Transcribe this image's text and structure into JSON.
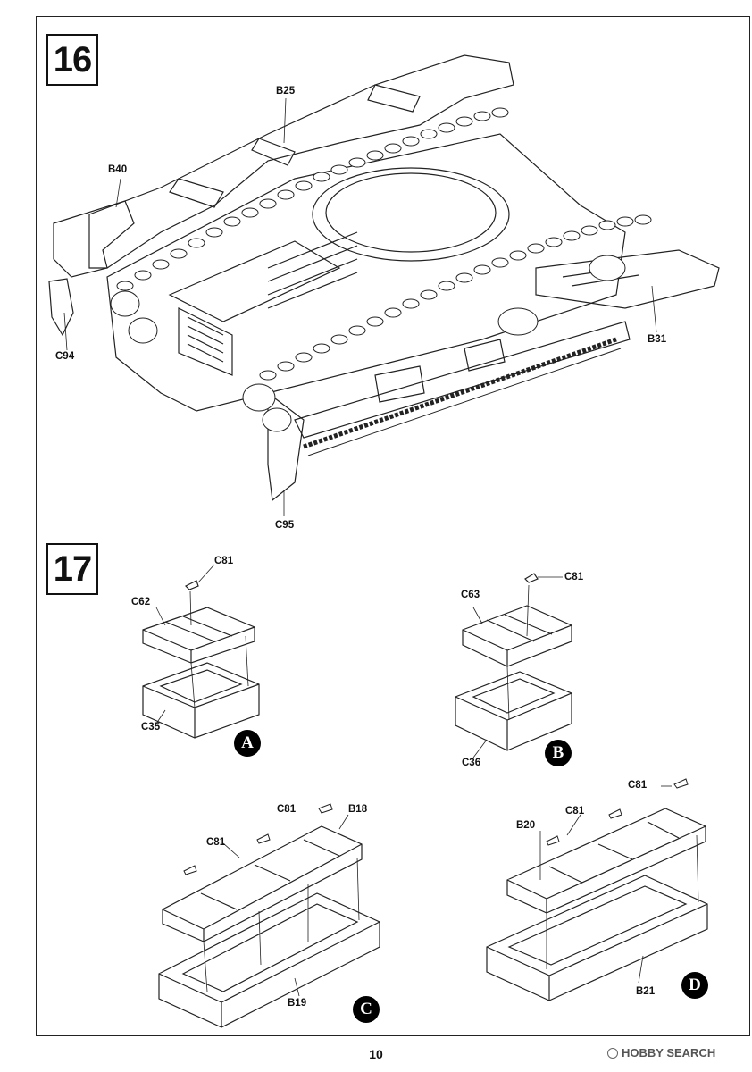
{
  "steps": {
    "s16": "16",
    "s17": "17"
  },
  "step16_labels": {
    "b25": "B25",
    "b40": "B40",
    "c94": "C94",
    "b31": "B31",
    "c95": "C95"
  },
  "step17_labels": {
    "a_c81": "C81",
    "a_c62": "C62",
    "a_c35": "C35",
    "b_c81": "C81",
    "b_c63": "C63",
    "b_c36": "C36",
    "c_c81_top": "C81",
    "c_b18": "B18",
    "c_c81_left": "C81",
    "c_b19": "B19",
    "d_c81_top": "C81",
    "d_c81_mid": "C81",
    "d_b20": "B20",
    "d_b21": "B21"
  },
  "badges": {
    "a": "A",
    "b": "B",
    "c": "C",
    "d": "D"
  },
  "page_number": "10",
  "watermark": "HOBBY SEARCH"
}
